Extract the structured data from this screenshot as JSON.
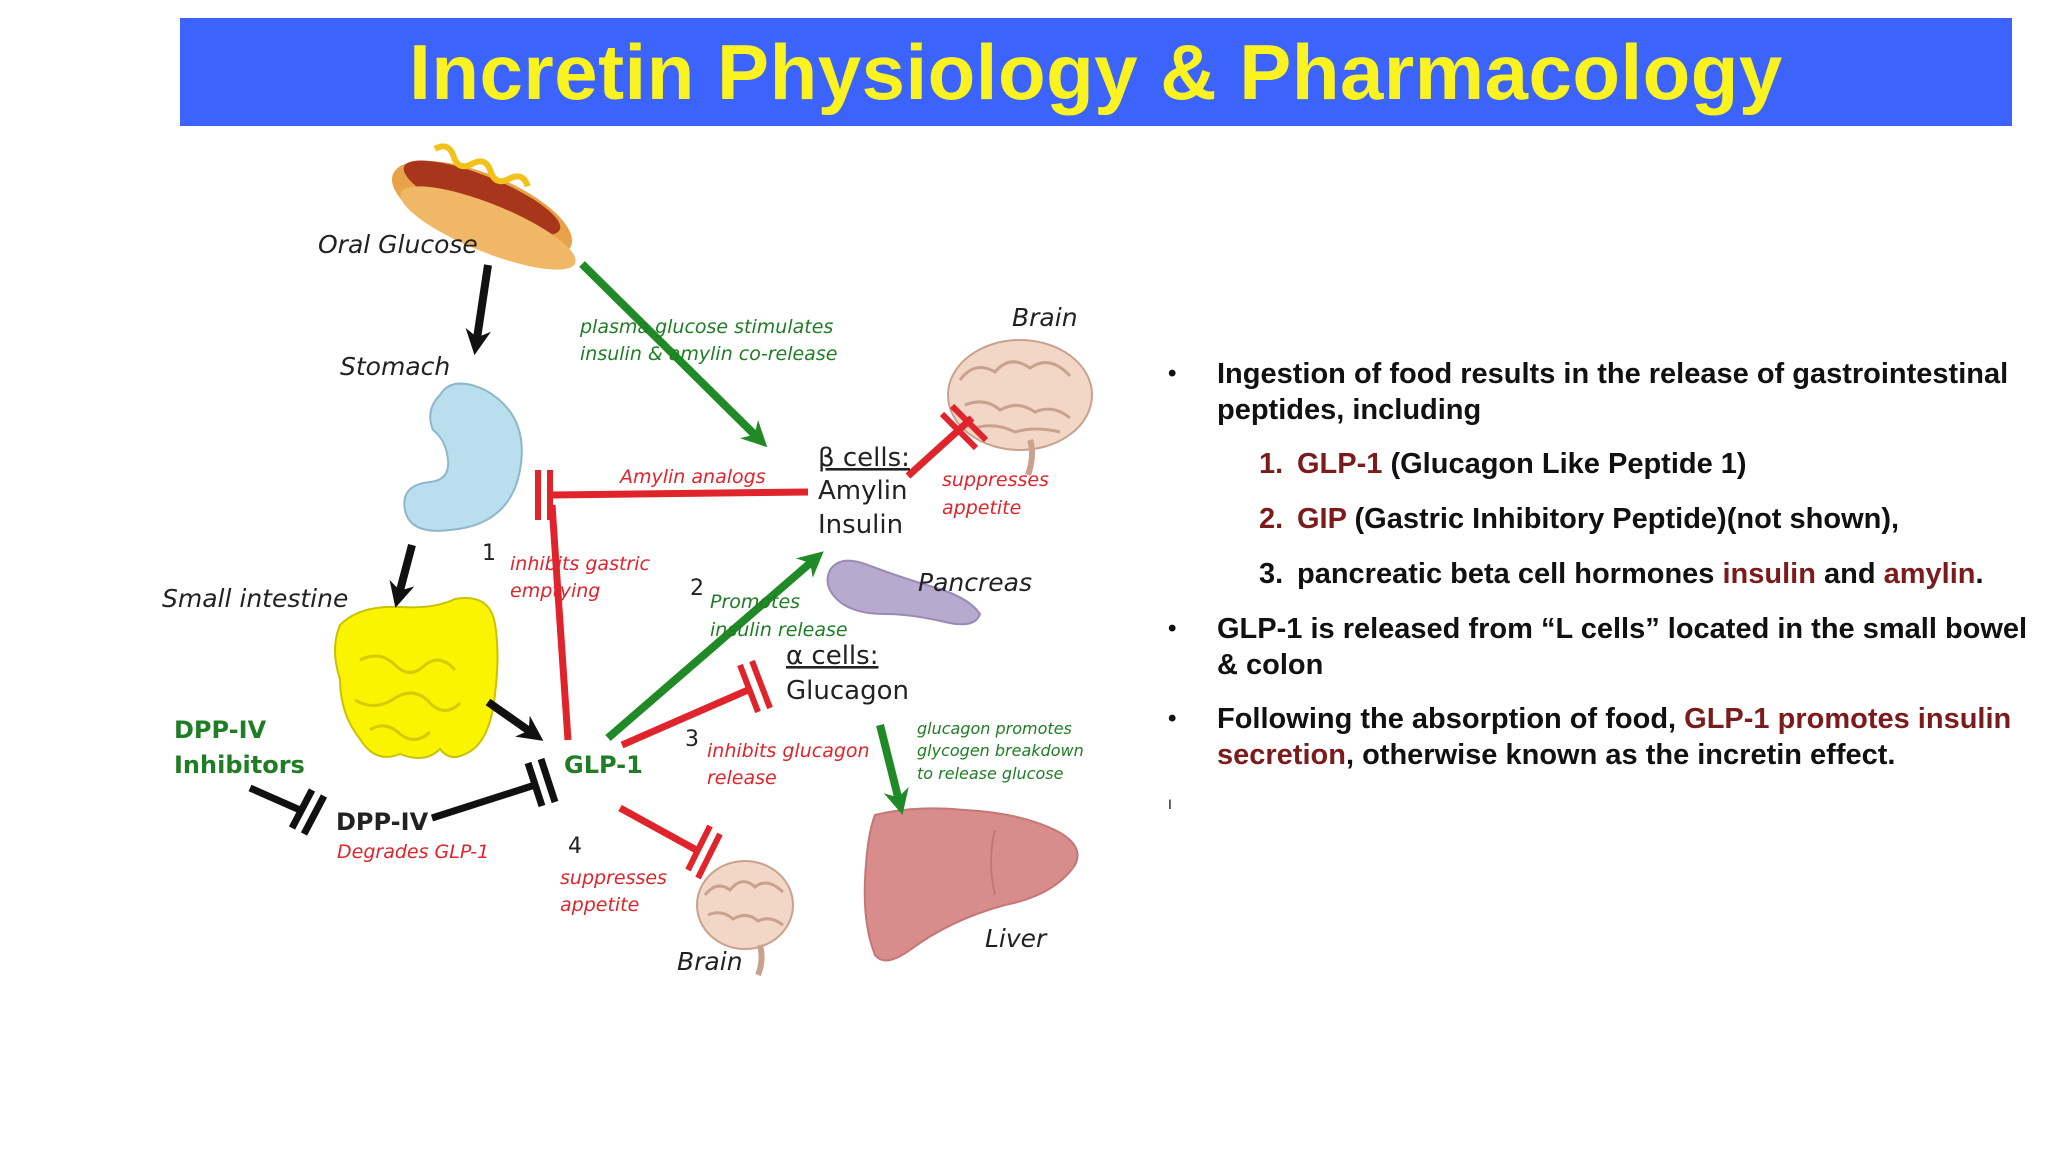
{
  "title": "Incretin Physiology & Pharmacology",
  "colors": {
    "title_bg": "#3c64fc",
    "title_text": "#fbf31f",
    "inhibit_red": "#e0242b",
    "stimulate_green": "#1f7d25",
    "accent_text": "#7c1b1b"
  },
  "diagram": {
    "oral_glucose": "Oral Glucose",
    "stomach": "Stomach",
    "small_intestine": "Small intestine",
    "brain_top": "Brain",
    "brain_bottom": "Brain",
    "pancreas": "Pancreas",
    "liver": "Liver",
    "beta_cells": "β cells:",
    "amylin": "Amylin",
    "insulin": "Insulin",
    "alpha_cells": "α cells:",
    "glucagon": "Glucagon",
    "glp1": "GLP-1",
    "dpp4": "DPP-IV",
    "dpp4_inhibitors_1": "DPP-IV",
    "dpp4_inhibitors_2": "Inhibitors",
    "degrades_glp1": "Degrades GLP-1",
    "plasma_glucose_1": "plasma glucose stimulates",
    "plasma_glucose_2": "insulin & amylin co-release",
    "amylin_analogs": "Amylin analogs",
    "suppresses_appetite_top_1": "suppresses",
    "suppresses_appetite_top_2": "appetite",
    "num1": "1",
    "inhibits_gastric_1": "inhibits gastric",
    "inhibits_gastric_2": "emptying",
    "num2": "2",
    "promotes_insulin_1": "Promotes",
    "promotes_insulin_2": "insulin release",
    "num3": "3",
    "inhibits_glucagon_1": "inhibits glucagon",
    "inhibits_glucagon_2": "release",
    "num4": "4",
    "suppresses_appetite_bottom_1": "suppresses",
    "suppresses_appetite_bottom_2": "appetite",
    "glucagon_promotes_1": "glucagon promotes",
    "glucagon_promotes_2": "glycogen breakdown",
    "glucagon_promotes_3": "to release glucose"
  },
  "bullets": {
    "b1": "Ingestion of food results in the release of gastrointestinal peptides, including",
    "sub1_num": "1.",
    "sub1_term": "GLP-1",
    "sub1_rest": " (Glucagon Like Peptide 1)",
    "sub2_num": "2.",
    "sub2_term": "GIP",
    "sub2_rest": " (Gastric Inhibitory Peptide)(not shown),",
    "sub3_num": "3.",
    "sub3_pre": "pancreatic beta cell hormones ",
    "sub3_insulin": "insulin",
    "sub3_and": " and ",
    "sub3_amylin": "amylin",
    "sub3_end": ".",
    "b2": "GLP-1 is released from “L cells” located in the small bowel & colon",
    "b3_pre": "Following the absorption of food, ",
    "b3_accent": "GLP-1 promotes insulin secretion",
    "b3_post": ", otherwise known as the incretin effect.",
    "dot": "•",
    "mark": "I"
  }
}
